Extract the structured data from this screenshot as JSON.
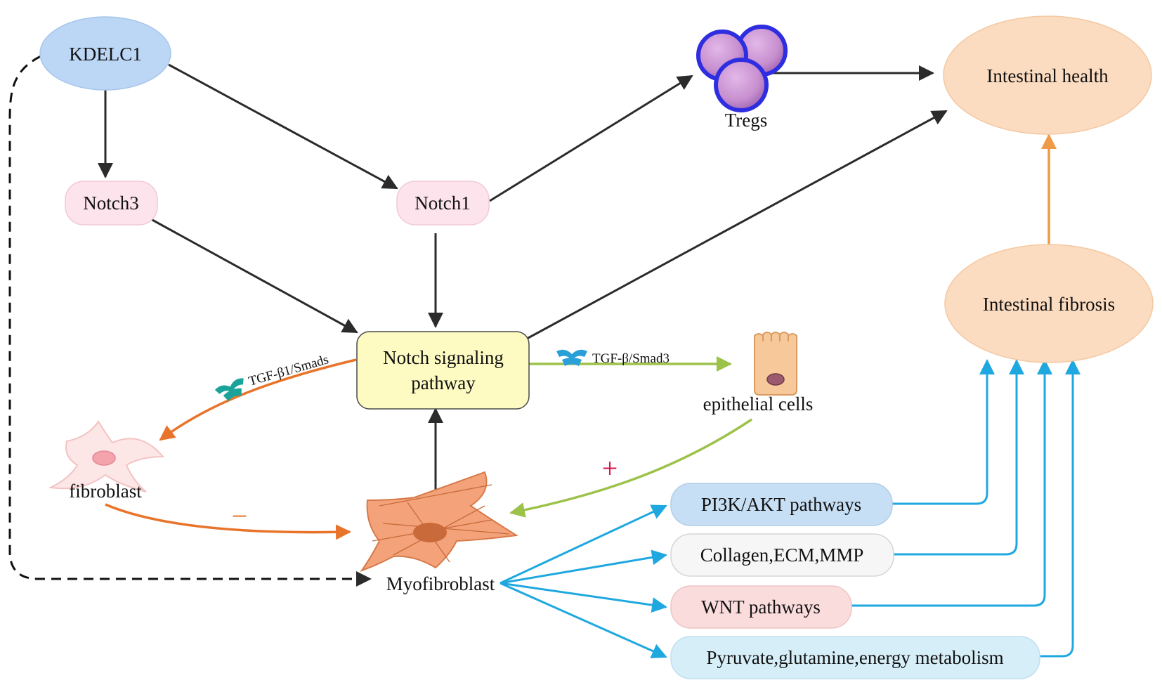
{
  "nodes": {
    "kdelc1": "KDELC1",
    "notch3": "Notch3",
    "notch1": "Notch1",
    "tregs": "Tregs",
    "intestinal_health": "Intestinal health",
    "intestinal_fibrosis": "Intestinal fibrosis",
    "notch_pathway_line1": "Notch signaling",
    "notch_pathway_line2": "pathway",
    "epithelial_cells": "epithelial cells",
    "fibroblast": "fibroblast",
    "myofibroblast": "Myofibroblast",
    "pi3k": "PI3K/AKT pathways",
    "collagen": "Collagen,ECM,MMP",
    "wnt": "WNT pathways",
    "metabolism": "Pyruvate,glutamine,energy metabolism"
  },
  "edge_labels": {
    "tgf_b1_smads": "TGF-β1/Smads",
    "tgf_b_smad3": "TGF-β/Smad3",
    "plus_sign": "+",
    "minus_sign": "−"
  },
  "colors": {
    "kdelc1_fill": "#bcd7f5",
    "notch_fill": "#fde3ec",
    "pathway_fill": "#fdfac2",
    "outcome_fill": "#fbdcc0",
    "pi3k_fill": "#c7dff4",
    "collagen_fill": "#f6f6f6",
    "wnt_fill": "#fbdcdc",
    "metabolism_fill": "#d6eef8",
    "black_arrow": "#2b2b2b",
    "orange_arrow": "#e8742b",
    "green_arrow": "#9cc24a",
    "blue_arrow": "#1fa8e0",
    "outcome_arrow": "#ef9a47",
    "plus_color": "#d6124a",
    "minus_color": "#e8742b",
    "treg_cell": "#c78fcf",
    "treg_ring": "#2e2ee0"
  },
  "icons": [
    "treg-cells-icon",
    "epithelial-cell-icon",
    "fibroblast-cell-icon",
    "myofibroblast-cell-icon",
    "tgf-receptor-icon"
  ]
}
